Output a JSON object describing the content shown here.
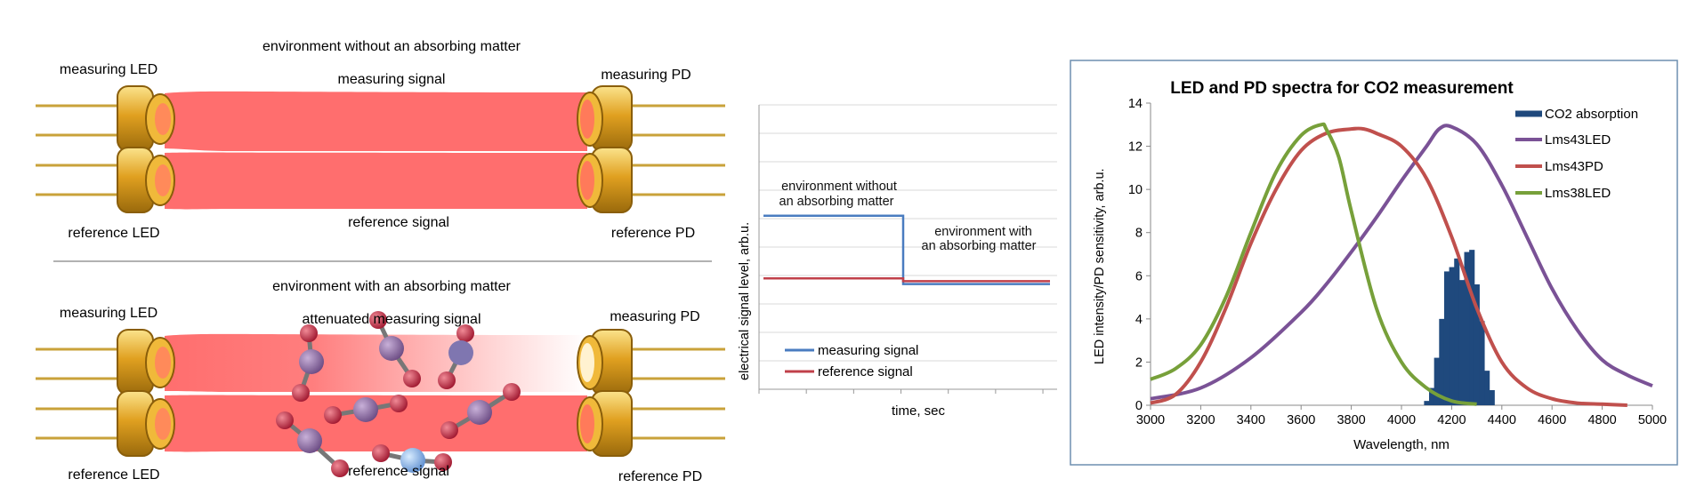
{
  "diagram": {
    "top": {
      "title": "environment without an absorbing matter",
      "measuring_led": "measuring LED",
      "reference_led": "reference LED",
      "measuring_signal": "measuring signal",
      "reference_signal": "reference signal",
      "measuring_pd": "measuring PD",
      "reference_pd": "reference PD"
    },
    "bottom": {
      "title": "environment with an absorbing matter",
      "measuring_led": "measuring LED",
      "reference_led": "reference LED",
      "measuring_signal": "attenuated measuring signal",
      "reference_signal": "reference signal",
      "measuring_pd": "measuring PD",
      "reference_pd": "reference PD"
    },
    "colors": {
      "beam": "#ff6e6e",
      "led_gold": "#e0a020",
      "molecule_red": "#c8283c",
      "molecule_purple": "#8c6ea0"
    }
  },
  "chart_data": [
    {
      "type": "line",
      "title": "",
      "xlabel": "time, sec",
      "ylabel": "electrical signal level, arb.u.",
      "annotations": [
        {
          "line1": "environment without",
          "line2": "an absorbing matter"
        },
        {
          "line1": "environment with",
          "line2": "an absorbing matter"
        }
      ],
      "x": [
        0,
        1,
        2
      ],
      "ylim": [
        0,
        10
      ],
      "series": [
        {
          "name": "measuring signal",
          "color": "#4a7cc0",
          "values": [
            6.1,
            3.7,
            3.7
          ]
        },
        {
          "name": "reference signal",
          "color": "#c0404a",
          "values": [
            3.9,
            3.8,
            3.8
          ]
        }
      ],
      "grid": true,
      "legend": "bottom-left"
    },
    {
      "type": "line",
      "title": "LED and PD spectra for CO2 measurement",
      "xlabel": "Wavelength, nm",
      "ylabel": "LED intensity/PD sensitivity, arb.u.",
      "xlim": [
        3000,
        5000
      ],
      "ylim": [
        0,
        14
      ],
      "x_ticks": [
        3000,
        3200,
        3400,
        3600,
        3800,
        4000,
        4200,
        4400,
        4600,
        4800,
        5000
      ],
      "y_ticks": [
        0,
        2,
        4,
        6,
        8,
        10,
        12,
        14
      ],
      "legend": "top-right",
      "absorption": {
        "name": "CO2 absorption",
        "color": "#1f497d",
        "x": [
          4100,
          4120,
          4140,
          4160,
          4180,
          4200,
          4220,
          4240,
          4260,
          4280,
          4300,
          4320,
          4340,
          4360
        ],
        "values": [
          0.2,
          0.8,
          2.2,
          4.0,
          6.2,
          6.4,
          6.8,
          5.8,
          7.1,
          7.2,
          5.6,
          3.9,
          1.6,
          0.7
        ]
      },
      "series": [
        {
          "name": "Lms43LED",
          "color": "#7a5296",
          "x": [
            3000,
            3200,
            3400,
            3600,
            3700,
            3800,
            3900,
            4000,
            4100,
            4150,
            4200,
            4300,
            4400,
            4500,
            4600,
            4700,
            4800,
            4900,
            5000
          ],
          "values": [
            0.3,
            0.8,
            2.2,
            4.3,
            5.6,
            7.1,
            8.7,
            10.4,
            12.0,
            12.8,
            12.9,
            12.1,
            10.2,
            7.8,
            5.4,
            3.5,
            2.1,
            1.4,
            0.9
          ]
        },
        {
          "name": "Lms43PD",
          "color": "#c0504d",
          "x": [
            3000,
            3100,
            3200,
            3300,
            3400,
            3500,
            3600,
            3700,
            3800,
            3850,
            3900,
            4000,
            4100,
            4200,
            4300,
            4400,
            4500,
            4600,
            4700,
            4800,
            4900
          ],
          "values": [
            0.1,
            0.5,
            2.0,
            4.5,
            7.5,
            10.0,
            11.8,
            12.6,
            12.8,
            12.8,
            12.6,
            12.0,
            10.5,
            7.8,
            4.5,
            2.0,
            0.8,
            0.3,
            0.1,
            0.05,
            0.0
          ]
        },
        {
          "name": "Lms38LED",
          "color": "#77a03a",
          "x": [
            3000,
            3100,
            3200,
            3300,
            3400,
            3500,
            3600,
            3680,
            3700,
            3750,
            3800,
            3900,
            4000,
            4100,
            4200,
            4300
          ],
          "values": [
            1.2,
            1.7,
            2.8,
            5.0,
            8.0,
            10.8,
            12.5,
            13.0,
            12.8,
            11.5,
            9.0,
            4.5,
            2.0,
            0.8,
            0.2,
            0.05
          ]
        }
      ]
    }
  ]
}
